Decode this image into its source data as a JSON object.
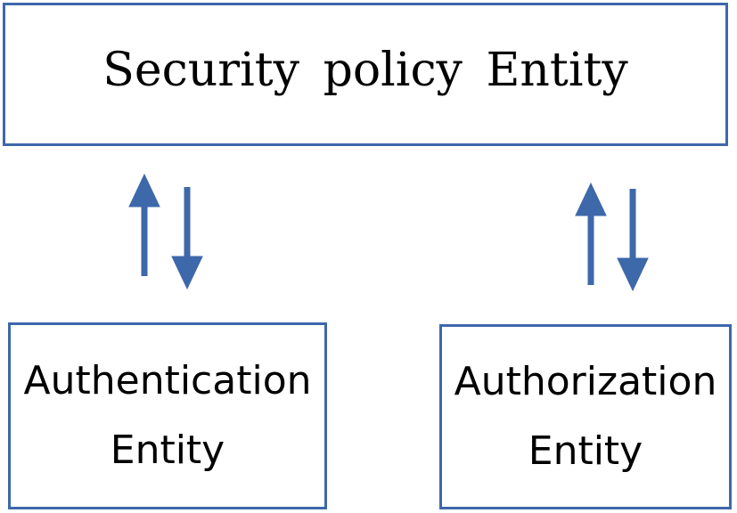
{
  "diagram": {
    "top_box": {
      "label": "Security policy Entity"
    },
    "left_box": {
      "line1": "Authentication",
      "line2": "Entity"
    },
    "right_box": {
      "line1": "Authorization",
      "line2": "Entity"
    },
    "colors": {
      "border": "#3d68aa",
      "arrow": "#3d68aa",
      "text": "#000000"
    }
  }
}
